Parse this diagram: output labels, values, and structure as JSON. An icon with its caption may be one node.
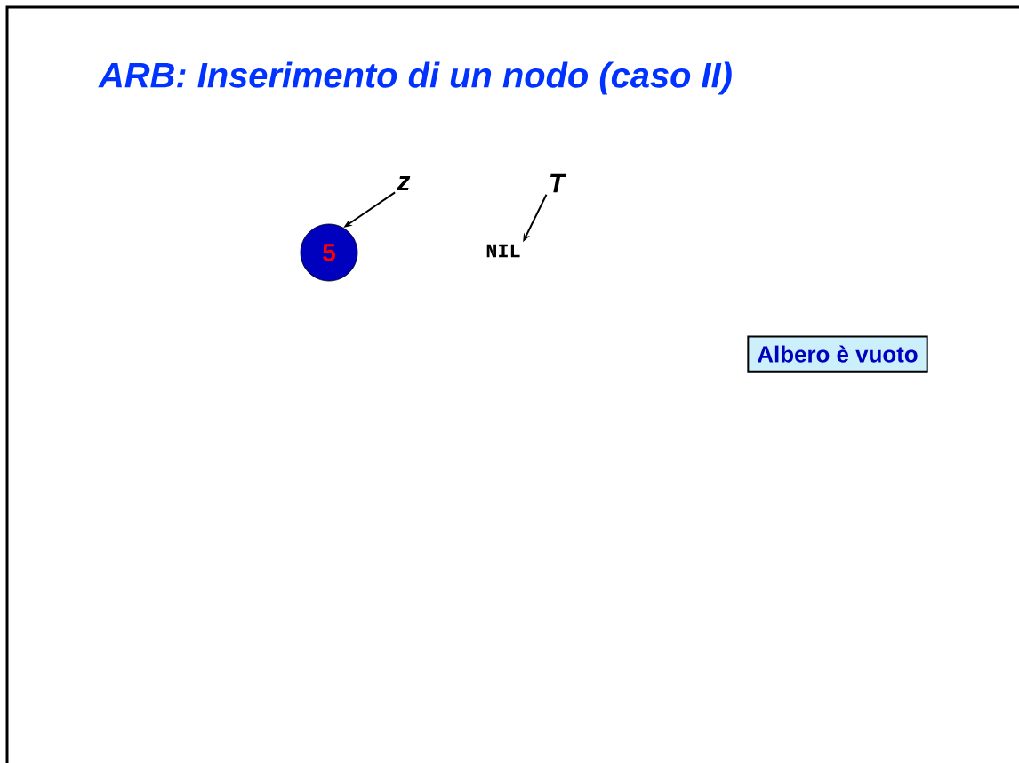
{
  "diagram": {
    "title": "ARB: Inserimento di un nodo (caso II)",
    "nodes": [
      {
        "text": [
          "z"
        ]
      },
      {
        "text": [
          "5"
        ]
      },
      {
        "text": [
          "T"
        ]
      },
      {
        "text": [
          "NIL"
        ]
      },
      {
        "text": [
          "Albero è vuoto"
        ]
      }
    ],
    "edges": [
      {
        "from": 0,
        "to": 1,
        "arrow": "to"
      },
      {
        "from": 2,
        "to": 3,
        "arrow": "to"
      }
    ]
  }
}
